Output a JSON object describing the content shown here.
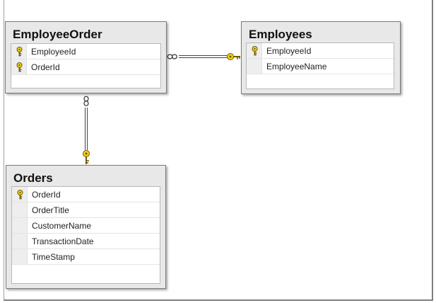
{
  "tables": {
    "employee_order": {
      "title": "EmployeeOrder",
      "columns": [
        {
          "name": "EmployeeId",
          "primary_key": true
        },
        {
          "name": "OrderId",
          "primary_key": true
        }
      ]
    },
    "employees": {
      "title": "Employees",
      "columns": [
        {
          "name": "EmployeeId",
          "primary_key": true
        },
        {
          "name": "EmployeeName",
          "primary_key": false
        }
      ]
    },
    "orders": {
      "title": "Orders",
      "columns": [
        {
          "name": "OrderId",
          "primary_key": true
        },
        {
          "name": "OrderTitle",
          "primary_key": false
        },
        {
          "name": "CustomerName",
          "primary_key": false
        },
        {
          "name": "TransactionDate",
          "primary_key": false
        },
        {
          "name": "TimeStamp",
          "primary_key": false
        }
      ]
    }
  },
  "relationships": [
    {
      "from": "employee_order",
      "to": "employees",
      "from_end": "many-infinity-icon",
      "to_end": "key-icon"
    },
    {
      "from": "employee_order",
      "to": "orders",
      "from_end": "many-infinity-icon",
      "to_end": "key-icon"
    }
  ],
  "colors": {
    "key_fill": "#f2d21b",
    "key_stroke": "#6b5a00",
    "table_bg": "#e8e8e8",
    "border": "#7a7a7a"
  }
}
